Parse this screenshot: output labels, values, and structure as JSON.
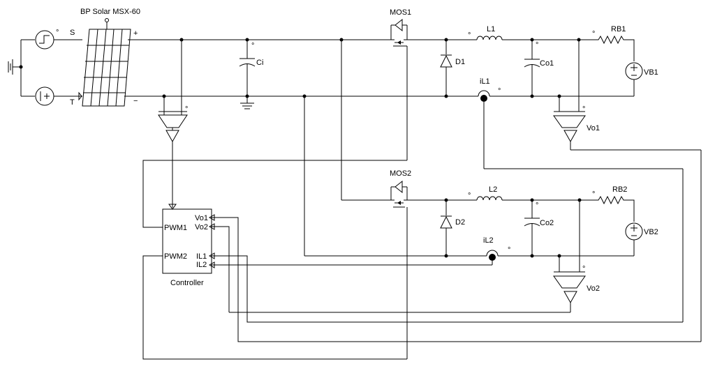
{
  "solar_panel": {
    "name": "BP Solar MSX-60",
    "pin_s": "S",
    "pin_t": "T",
    "plus": "+",
    "minus": "−"
  },
  "capacitor_in": "Ci",
  "converter1": {
    "mosfet": "MOS1",
    "diode": "D1",
    "inductor": "L1",
    "capacitor": "Co1",
    "current_sensor": "iL1",
    "resistor": "RB1",
    "battery": "VB1",
    "voltage_sensor": "Vo1"
  },
  "converter2": {
    "mosfet": "MOS2",
    "diode": "D2",
    "inductor": "L2",
    "capacitor": "Co2",
    "current_sensor": "iL2",
    "resistor": "RB2",
    "battery": "VB2",
    "voltage_sensor": "Vo2"
  },
  "controller": {
    "label": "Controller",
    "pwm1": "PWM1",
    "pwm2": "PWM2",
    "vo1": "Vo1",
    "vo2": "Vo2",
    "il1": "IL1",
    "il2": "IL2"
  }
}
